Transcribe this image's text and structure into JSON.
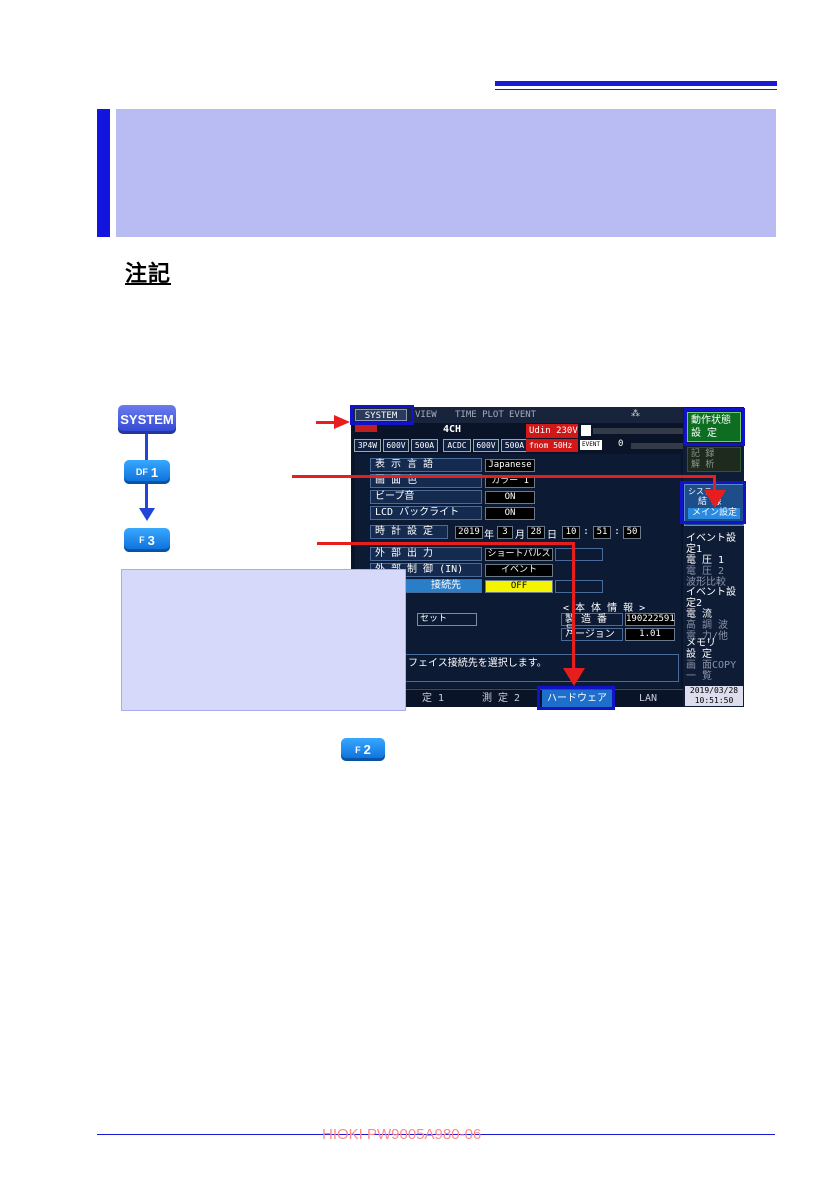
{
  "note_label": "注記",
  "keys": {
    "system": "SYSTEM",
    "df1_prefix": "DF",
    "df1_num": "1",
    "f3_prefix": "F",
    "f3_num": "3",
    "f2_prefix": "F",
    "f2_num": "2"
  },
  "screen": {
    "tabs": [
      "SYSTEM",
      "VIEW",
      "TIME PLOT",
      "EVENT"
    ],
    "ch_label": "4CH",
    "badges": [
      "3P4W",
      "600V",
      "500A",
      "ACDC",
      "600V",
      "500A"
    ],
    "udin": "Udin 230V",
    "fnom": "fnom  50Hz",
    "event_label": "EVENT",
    "event_count": "0",
    "rows": [
      {
        "label": "表 示 言 語",
        "value": "Japanese"
      },
      {
        "label": "画 面 色",
        "value": "カラー 1"
      },
      {
        "label": "ビープ音",
        "value": "ON"
      },
      {
        "label": "LCD バックライト",
        "value": "ON"
      }
    ],
    "clock": {
      "label": "時 計 設 定",
      "year": "2019",
      "year_unit": "年",
      "month": "3",
      "month_unit": "月",
      "day": "28",
      "day_unit": "日",
      "hour": "10",
      "minute": "51",
      "second": "50"
    },
    "io_rows": [
      {
        "label": "外 部 出 力",
        "value": "ショートパルス"
      },
      {
        "label": "外 部 制 御 (IN)",
        "value": "イベント"
      },
      {
        "label": "接続先",
        "value": "OFF"
      }
    ],
    "reset_button": "セット",
    "info_title": "< 本 体 情 報 >",
    "serial_label": "製 造 番 号",
    "serial_value": "190222591",
    "version_label": "バージョン",
    "version_value": "1.01",
    "help_text": "フェイス接続先を選択します。",
    "side_menu": {
      "status_title": "動作状態",
      "status_value": "設 定",
      "recording": "記 録",
      "analysis": "解 析",
      "system_title": "システム",
      "system_item1": "結 線",
      "system_item2": "メイン設定",
      "event1_title": "イベント設定1",
      "event1_items": [
        "電 圧 1",
        "電 圧 2",
        "波形比較"
      ],
      "event2_title": "イベント設定2",
      "event2_items": [
        "電 流",
        "高 調 波",
        "電 力/他"
      ],
      "memory_title": "メモリ",
      "memory_items": [
        "設 定",
        "画 面COPY",
        "一 覧"
      ],
      "date": "2019/03/28",
      "time": "10:51:50"
    },
    "bottom_tabs": [
      "定 1",
      "測 定 2",
      "ハードウェア",
      "LAN"
    ]
  },
  "footer": {
    "code": "HIOKI PW9005A980-06"
  },
  "colors": {
    "accent_blue": "#1a1ad4",
    "banner": "#b8bcf2",
    "overlay": "#d6d9fa",
    "arrow_red": "#e81e1e",
    "screen_bg": "#0a1428"
  }
}
